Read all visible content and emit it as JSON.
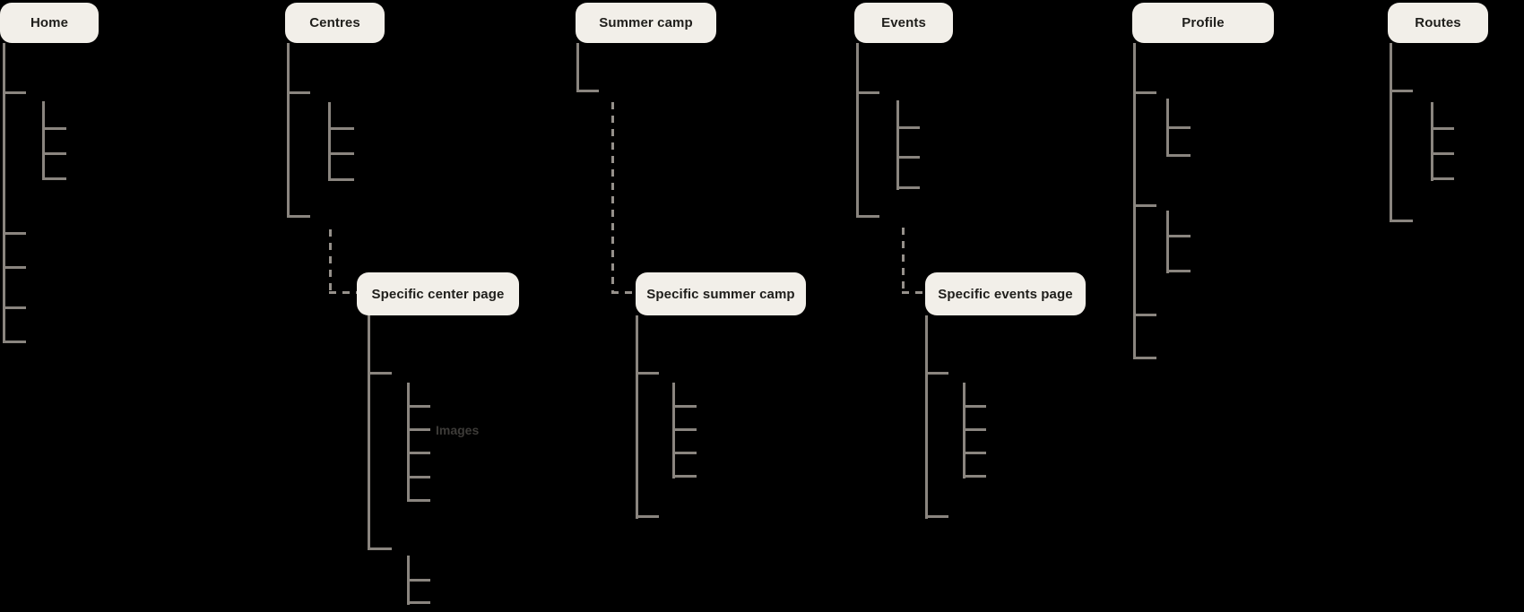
{
  "canvas": {
    "background": "#000000",
    "line_color": "#8a857f",
    "dashed_line_color": "#96918b",
    "box_fill": "#f2efe9",
    "box_text_color": "#1f1e1b",
    "ghost_text_color": "#3d3b38"
  },
  "nodes": {
    "home": {
      "label": "Home"
    },
    "centres": {
      "label": "Centres"
    },
    "summer_camp": {
      "label": "Summer camp"
    },
    "events": {
      "label": "Events"
    },
    "profile": {
      "label": "Profile"
    },
    "routes": {
      "label": "Routes"
    },
    "specific_center_page": {
      "label": "Specific center page"
    },
    "specific_summer_camp": {
      "label": "Specific summer camp"
    },
    "specific_events_page": {
      "label": "Specific events page"
    },
    "images_placeholder": {
      "label": "Images"
    }
  },
  "structure": {
    "Home": {
      "children": 5,
      "child_1_subchildren": 3
    },
    "Centres": {
      "children": 2,
      "child_1_subchildren": 3,
      "dashed_link_to": "Specific center page"
    },
    "Summer camp": {
      "children": 1,
      "dashed_link_to": "Specific summer camp"
    },
    "Events": {
      "children": 2,
      "child_1_subchildren": 3,
      "dashed_link_to": "Specific events page"
    },
    "Profile": {
      "children": 4,
      "child_1_subchildren": 2,
      "child_2_subchildren": 2
    },
    "Routes": {
      "children": 2,
      "child_1_subchildren": 3
    },
    "Specific center page": {
      "children": 2,
      "child_1_subchildren": 5,
      "child_1_subchild_2_label": "Images",
      "child_2_subchildren": 2
    },
    "Specific summer camp": {
      "children": 2,
      "child_1_subchildren": 4
    },
    "Specific events page": {
      "children": 2,
      "child_1_subchildren": 4
    }
  }
}
